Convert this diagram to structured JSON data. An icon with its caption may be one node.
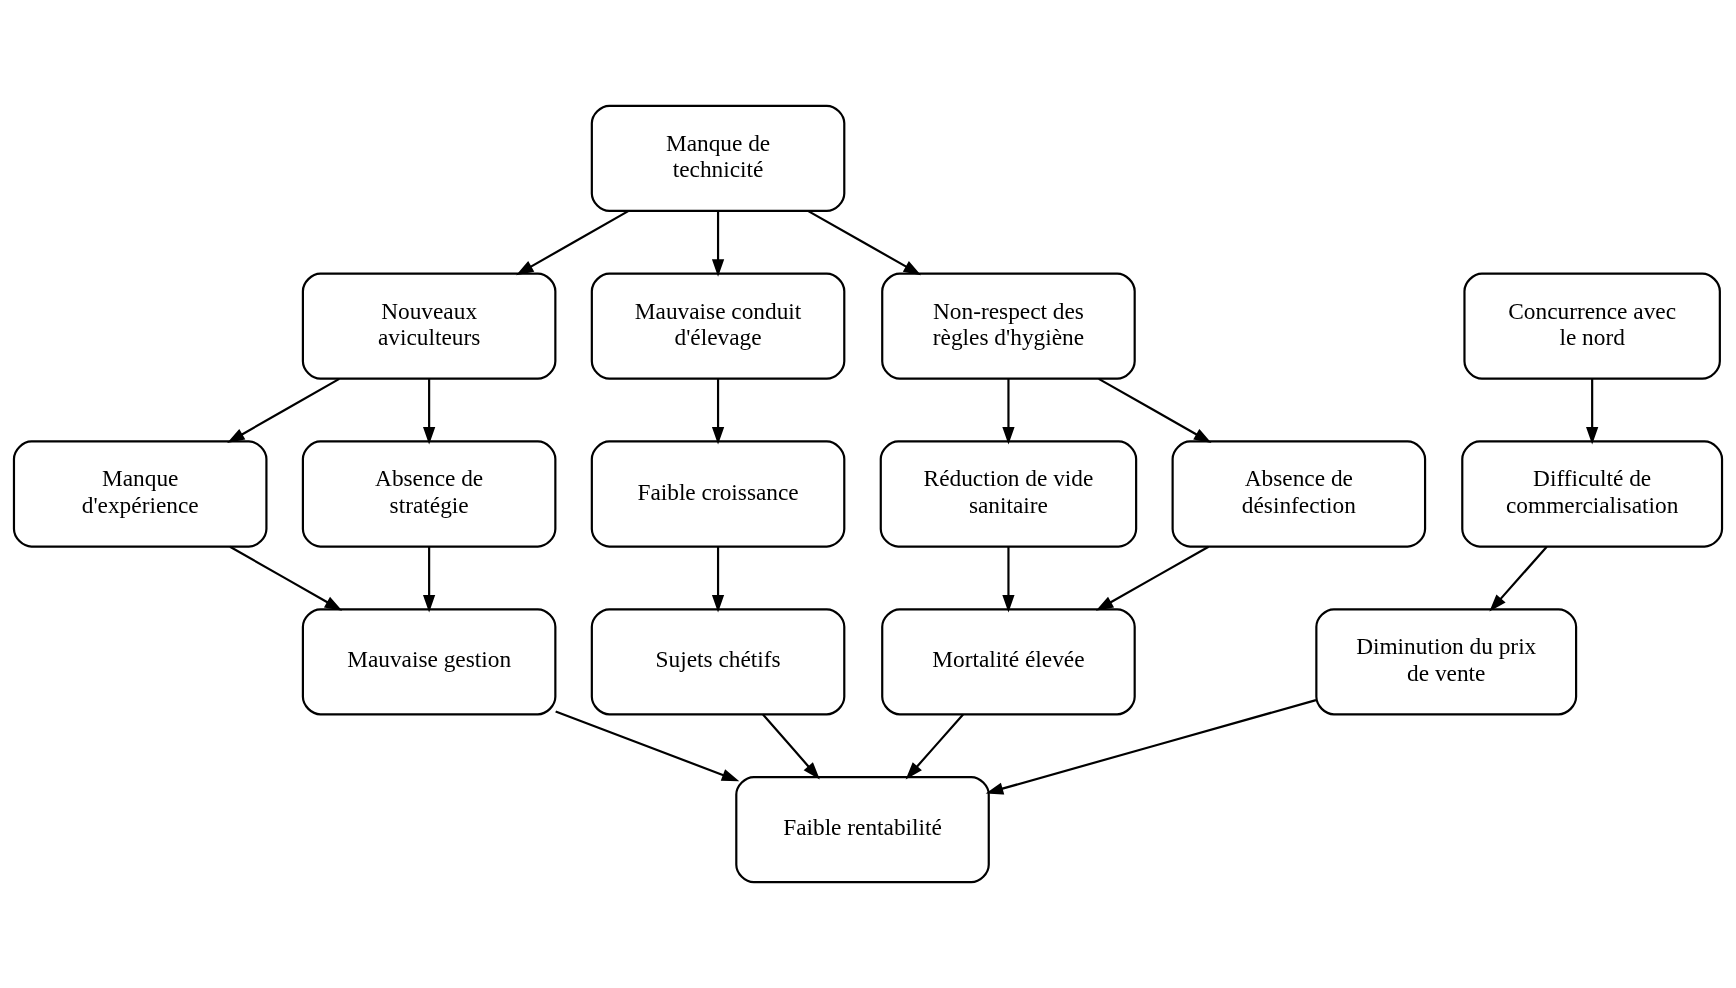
{
  "diagram": {
    "nodes": [
      {
        "text": [
          "Manque de technicité"
        ]
      },
      {
        "text": [
          "Nouveaux aviculteurs"
        ]
      },
      {
        "text": [
          "Mauvaise conduit d'élevage"
        ]
      },
      {
        "text": [
          "Non-respect des règles d'hygiène"
        ]
      },
      {
        "text": [
          "Concurrence avec le nord"
        ]
      },
      {
        "text": [
          "Manque d'expérience"
        ]
      },
      {
        "text": [
          "Absence de stratégie"
        ]
      },
      {
        "text": [
          "Faible croissance"
        ]
      },
      {
        "text": [
          "Réduction de vide sanitaire"
        ]
      },
      {
        "text": [
          "Absence de désinfection"
        ]
      },
      {
        "text": [
          "Difficulté de commercialisation"
        ]
      },
      {
        "text": [
          "Mauvaise gestion"
        ]
      },
      {
        "text": [
          "Sujets chétifs"
        ]
      },
      {
        "text": [
          "Mortalité élevée"
        ]
      },
      {
        "text": [
          "Diminution du prix de vente"
        ]
      },
      {
        "text": [
          "Faible rentabilité"
        ]
      }
    ],
    "edges": [
      {
        "from": 0,
        "to": 1,
        "arrow": "to"
      },
      {
        "from": 0,
        "to": 2,
        "arrow": "to"
      },
      {
        "from": 0,
        "to": 3,
        "arrow": "to"
      },
      {
        "from": 1,
        "to": 5,
        "arrow": "to"
      },
      {
        "from": 1,
        "to": 6,
        "arrow": "to"
      },
      {
        "from": 2,
        "to": 7,
        "arrow": "to"
      },
      {
        "from": 3,
        "to": 8,
        "arrow": "to"
      },
      {
        "from": 3,
        "to": 9,
        "arrow": "to"
      },
      {
        "from": 4,
        "to": 10,
        "arrow": "to"
      },
      {
        "from": 5,
        "to": 11,
        "arrow": "to"
      },
      {
        "from": 6,
        "to": 11,
        "arrow": "to"
      },
      {
        "from": 7,
        "to": 12,
        "arrow": "to"
      },
      {
        "from": 8,
        "to": 13,
        "arrow": "to"
      },
      {
        "from": 9,
        "to": 13,
        "arrow": "to"
      },
      {
        "from": 10,
        "to": 14,
        "arrow": "to"
      },
      {
        "from": 11,
        "to": 15,
        "arrow": "to"
      },
      {
        "from": 12,
        "to": 15,
        "arrow": "to"
      },
      {
        "from": 13,
        "to": 15,
        "arrow": "to"
      },
      {
        "from": 14,
        "to": 15,
        "arrow": "to"
      }
    ]
  }
}
